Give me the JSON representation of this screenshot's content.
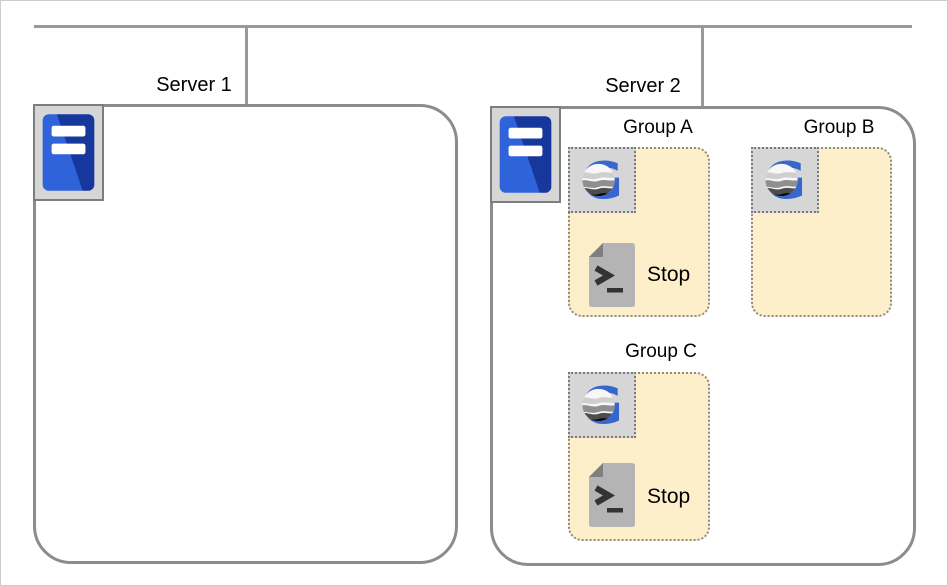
{
  "diagram": {
    "title": "server-groups-topology",
    "servers": [
      {
        "label": "Server 1",
        "icon": "server-tower-icon",
        "groups": []
      },
      {
        "label": "Server 2",
        "icon": "server-tower-icon",
        "groups": [
          {
            "label": "Group A",
            "agent_icon": "g-globe-logo-icon",
            "action": "Stop",
            "action_icon": "shell-script-icon"
          },
          {
            "label": "Group B",
            "agent_icon": "g-globe-logo-icon",
            "action": "",
            "action_icon": ""
          },
          {
            "label": "Group C",
            "agent_icon": "g-globe-logo-icon",
            "action": "Stop",
            "action_icon": "shell-script-icon"
          }
        ]
      }
    ],
    "colors": {
      "network_line": "#999999",
      "server_border": "#8c8c8c",
      "group_fill": "#fcefca",
      "group_border": "#8a8a8a",
      "icon_frame_gray": "#d6d6d6",
      "server_blue_light": "#2e63da",
      "server_blue_dark": "#16379b",
      "logo_blue": "#3766ce",
      "script_gray": "#b4b4b4",
      "script_fold_gray": "#7f7f7f",
      "canvas_border": "#cccccc"
    }
  }
}
